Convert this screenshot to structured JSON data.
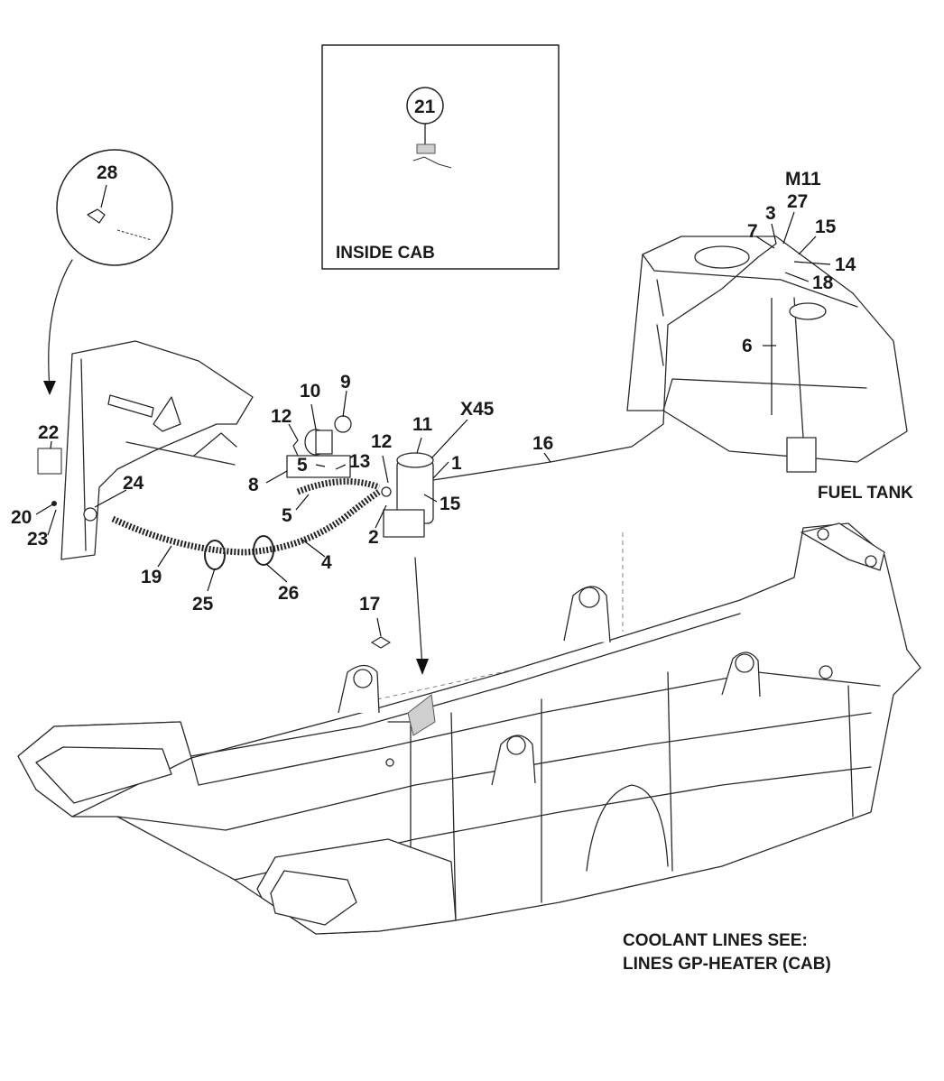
{
  "labels": {
    "inside_cab": "INSIDE CAB",
    "fuel_tank": "FUEL TANK",
    "coolant_line1": "COOLANT LINES SEE:",
    "coolant_line2": "LINES GP-HEATER (CAB)",
    "m11": "M11",
    "x45": "X45"
  },
  "callouts": {
    "c21": "21",
    "c28": "28",
    "c3": "3",
    "c7": "7",
    "c27": "27",
    "c15a": "15",
    "c14": "14",
    "c18": "18",
    "c6": "6",
    "c10": "10",
    "c9": "9",
    "c12a": "12",
    "c11": "11",
    "c12b": "12",
    "c5a": "5",
    "c13": "13",
    "c8": "8",
    "c1": "1",
    "c15b": "15",
    "c16": "16",
    "c24": "24",
    "c22": "22",
    "c20": "20",
    "c23": "23",
    "c5b": "5",
    "c2": "2",
    "c4": "4",
    "c19": "19",
    "c25": "25",
    "c26": "26",
    "c17": "17"
  }
}
